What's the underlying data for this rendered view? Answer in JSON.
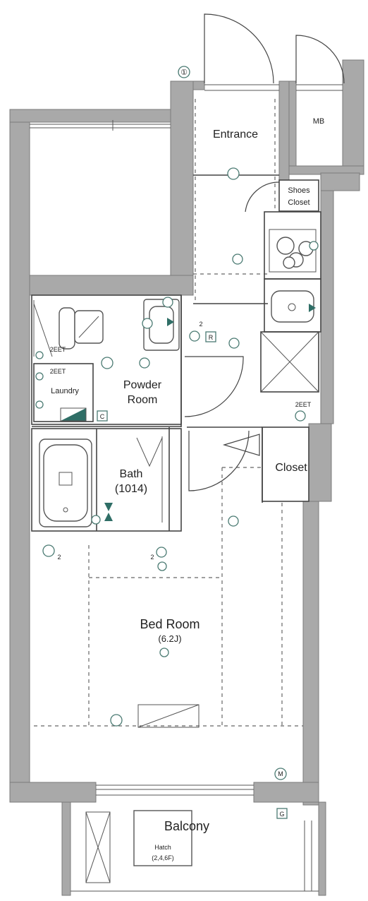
{
  "rooms": {
    "entrance": "Entrance",
    "mb": "MB",
    "shoes_line1": "Shoes",
    "shoes_line2": "Closet",
    "powder_line1": "Powder",
    "powder_line2": "Room",
    "laundry": "Laundry",
    "bath": "Bath",
    "bath_size": "(1014)",
    "closet": "Closet",
    "bedroom": "Bed Room",
    "bedroom_size": "(6.2J)",
    "balcony": "Balcony",
    "hatch_line1": "Hatch",
    "hatch_line2": "(2,4,6F)"
  },
  "markers": {
    "top_circle": "①",
    "r": "R",
    "c": "C",
    "m": "M",
    "g": "G",
    "num2_a": "2",
    "num2_b": "2",
    "num2_c": "2",
    "eet_1": "2EET",
    "eet_2": "2EET",
    "eet_3": "2EET"
  },
  "colors": {
    "wall": "#a9a9a9",
    "symbol": "#2f6e66"
  }
}
